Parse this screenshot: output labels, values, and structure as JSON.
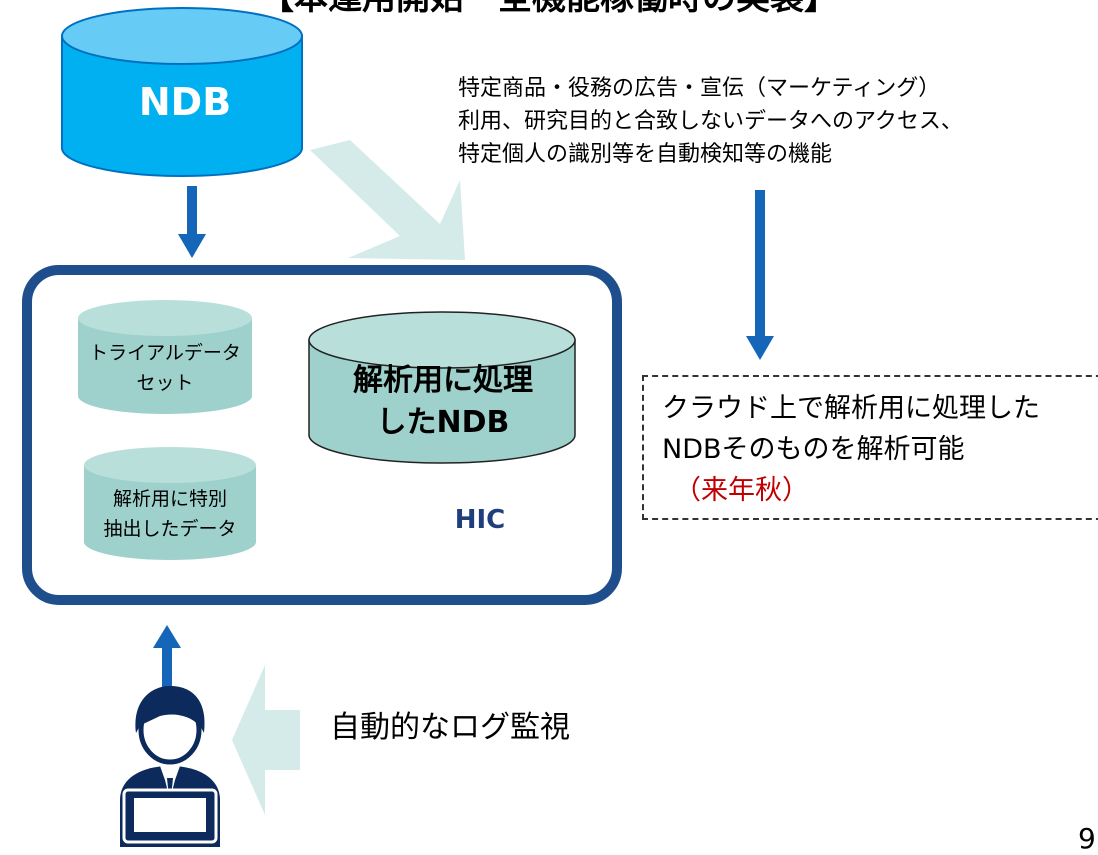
{
  "slide": {
    "title": "【本運用開始・全機能稼働時の実装】",
    "page_number": "9"
  },
  "ndb": {
    "label": "NDB"
  },
  "features": {
    "lines": [
      "特定商品・役務の広告・宣伝（マーケティング）",
      "利用、研究目的と合致しないデータへのアクセス、",
      "特定個人の識別等を自動検知等の機能"
    ]
  },
  "hic": {
    "label": "HIC",
    "trial_data": {
      "lines": [
        "トライアルデータ",
        "セット"
      ]
    },
    "extracted_data": {
      "lines": [
        "解析用に特別",
        "抽出したデータ"
      ]
    },
    "processed_ndb": {
      "lines": [
        "解析用に処理",
        "したNDB"
      ]
    }
  },
  "cloud": {
    "line1": "クラウド上で解析用に処理した",
    "line2": "NDBそのものを解析可能",
    "note": "（来年秋）"
  },
  "monitoring": {
    "label": "自動的なログ監視"
  },
  "colors": {
    "ndb_fill": "#00b0f0",
    "ndb_top": "#66ccf5",
    "cylinder_fill": "#9fd1cc",
    "cylinder_top": "#b9dfdb",
    "frame": "#1f4e8c",
    "arrow": "#1565b8",
    "faint_arrow": "#d4ebea",
    "hic_text": "#1f3e7c",
    "note_red": "#c00000"
  },
  "icons": {
    "user": "user-at-laptop-icon",
    "big_arrows": "light-arrow-icon"
  }
}
